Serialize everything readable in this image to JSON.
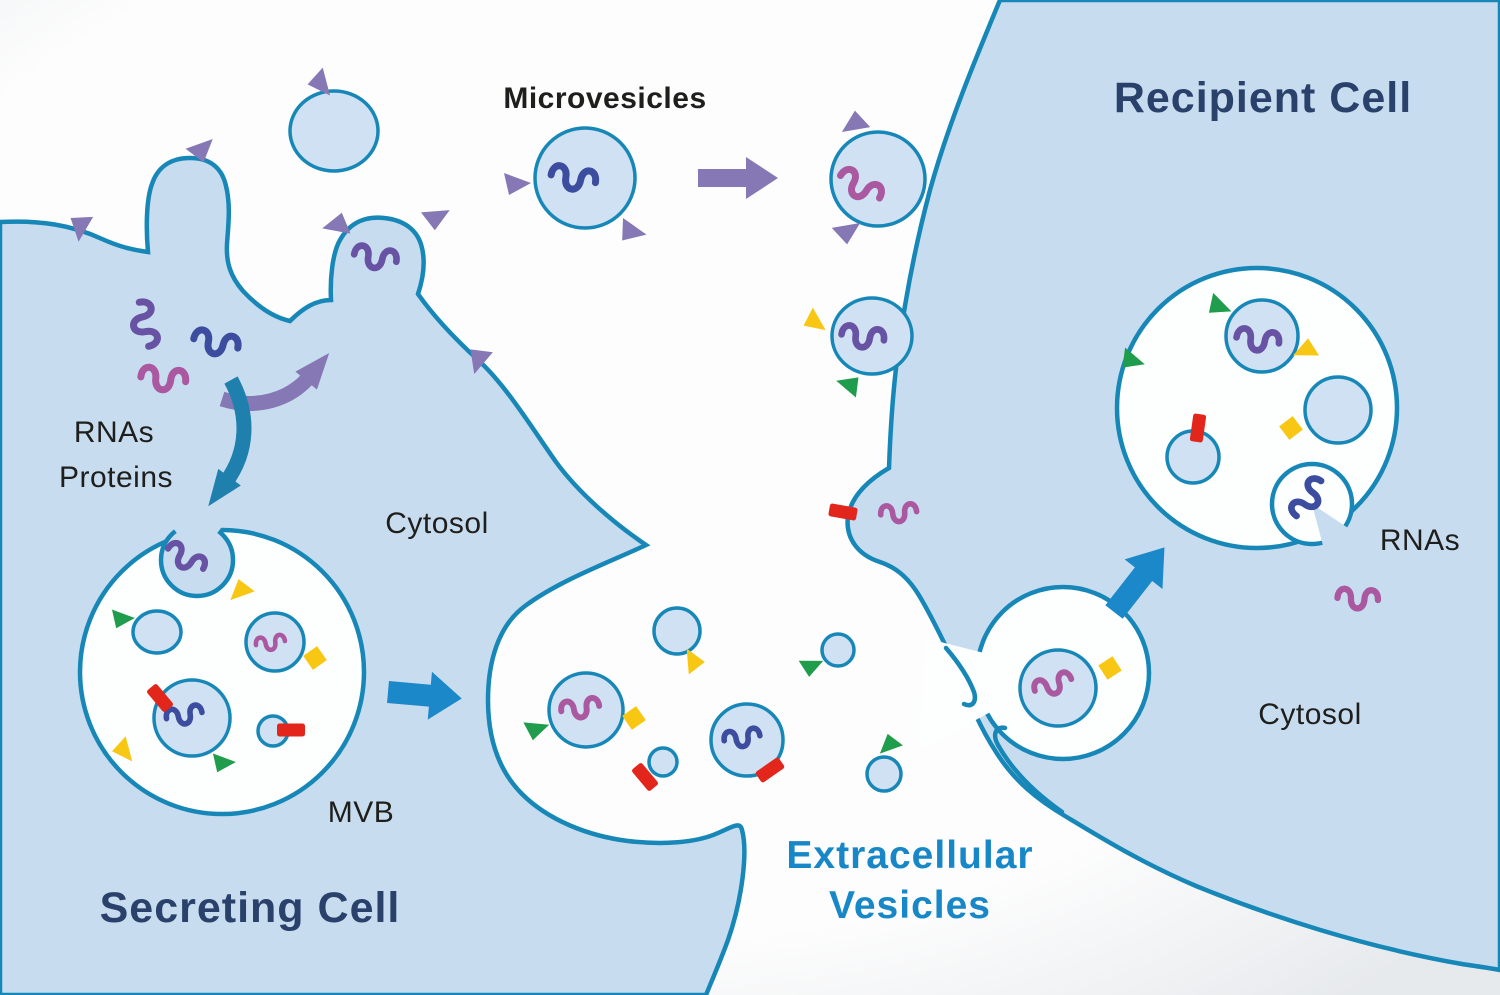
{
  "labels": {
    "microvesicles": "Microvesicles",
    "recipient_cell": "Recipient Cell",
    "secreting_cell": "Secreting Cell",
    "extracellular_vesicles_line1": "Extracellular",
    "extracellular_vesicles_line2": "Vesicles",
    "rnas_left": "RNAs",
    "proteins_left": "Proteins",
    "cytosol_left": "Cytosol",
    "mvb": "MVB",
    "cytosol_right": "Cytosol",
    "rnas_right": "RNAs"
  },
  "icons": {
    "rna_squiggle": "wavy S-curve line (RNA molecule)",
    "receptor_triangle": "small purple triangle on membrane surface",
    "protein_green_triangle": "green triangle (membrane protein)",
    "protein_yellow_triangle": "yellow triangle (membrane protein)",
    "protein_yellow_diamond": "yellow diamond (membrane protein)",
    "protein_red_tag": "red rectangle (membrane protein)",
    "transport_arrow": "solid directional arrow"
  },
  "colors": {
    "background_center": "#fdfdfd",
    "background_edge": "#e7eaed",
    "cell_fill": "#c8dcef",
    "lumen_white": "#fdfefe",
    "vesicle_fill": "#cfe1f2",
    "membrane": "#1787b8",
    "rna_purple": "#6752a3",
    "rna_indigo": "#3c4c9e",
    "rna_magenta": "#aa58a0",
    "receptor_purple": "#8677b5",
    "protein_green": "#1f9c4c",
    "protein_yellow": "#f8c713",
    "protein_red": "#e2261c",
    "arrow_purple": "#8677b5",
    "arrow_teal": "#1f80ad",
    "arrow_blue": "#1a88c9",
    "heading_navy": "#2a426b",
    "heading_blue": "#1787c8",
    "text_black": "#1e1e1c"
  }
}
